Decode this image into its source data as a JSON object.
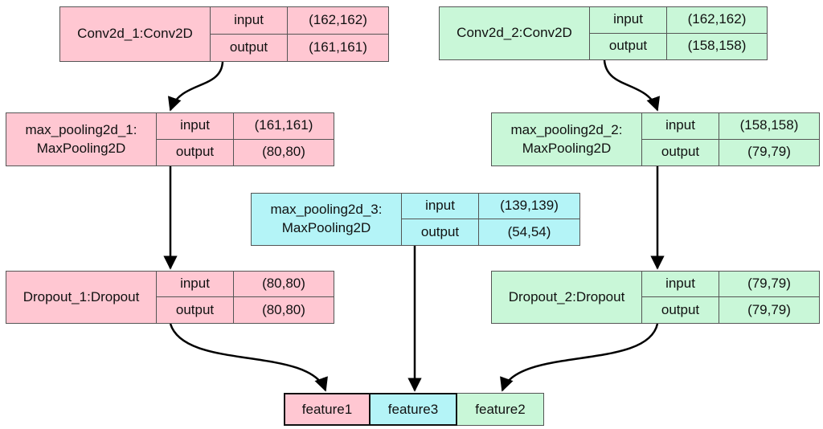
{
  "nodes": {
    "conv1": {
      "name": "Conv2d_1:Conv2D",
      "input_label": "input",
      "input_value": "(162,162)",
      "output_label": "output",
      "output_value": "(161,161)",
      "color": "#ffc7d2"
    },
    "conv2": {
      "name": "Conv2d_2:Conv2D",
      "input_label": "input",
      "input_value": "(162,162)",
      "output_label": "output",
      "output_value": "(158,158)",
      "color": "#c9f7d8"
    },
    "pool1": {
      "name_line1": "max_pooling2d_1:",
      "name_line2": "MaxPooling2D",
      "input_label": "input",
      "input_value": "(161,161)",
      "output_label": "output",
      "output_value": "(80,80)",
      "color": "#ffc7d2"
    },
    "pool2": {
      "name_line1": "max_pooling2d_2:",
      "name_line2": "MaxPooling2D",
      "input_label": "input",
      "input_value": "(158,158)",
      "output_label": "output",
      "output_value": "(79,79)",
      "color": "#c9f7d8"
    },
    "pool3": {
      "name_line1": "max_pooling2d_3:",
      "name_line2": "MaxPooling2D",
      "input_label": "input",
      "input_value": "(139,139)",
      "output_label": "output",
      "output_value": "(54,54)",
      "color": "#b4f4f7"
    },
    "drop1": {
      "name": "Dropout_1:Dropout",
      "input_label": "input",
      "input_value": "(80,80)",
      "output_label": "output",
      "output_value": "(80,80)",
      "color": "#ffc7d2"
    },
    "drop2": {
      "name": "Dropout_2:Dropout",
      "input_label": "input",
      "input_value": "(79,79)",
      "output_label": "output",
      "output_value": "(79,79)",
      "color": "#c9f7d8"
    }
  },
  "features": [
    {
      "label": "feature1",
      "color": "#ffc7d2"
    },
    {
      "label": "feature3",
      "color": "#b4f4f7"
    },
    {
      "label": "feature2",
      "color": "#c9f7d8"
    }
  ]
}
